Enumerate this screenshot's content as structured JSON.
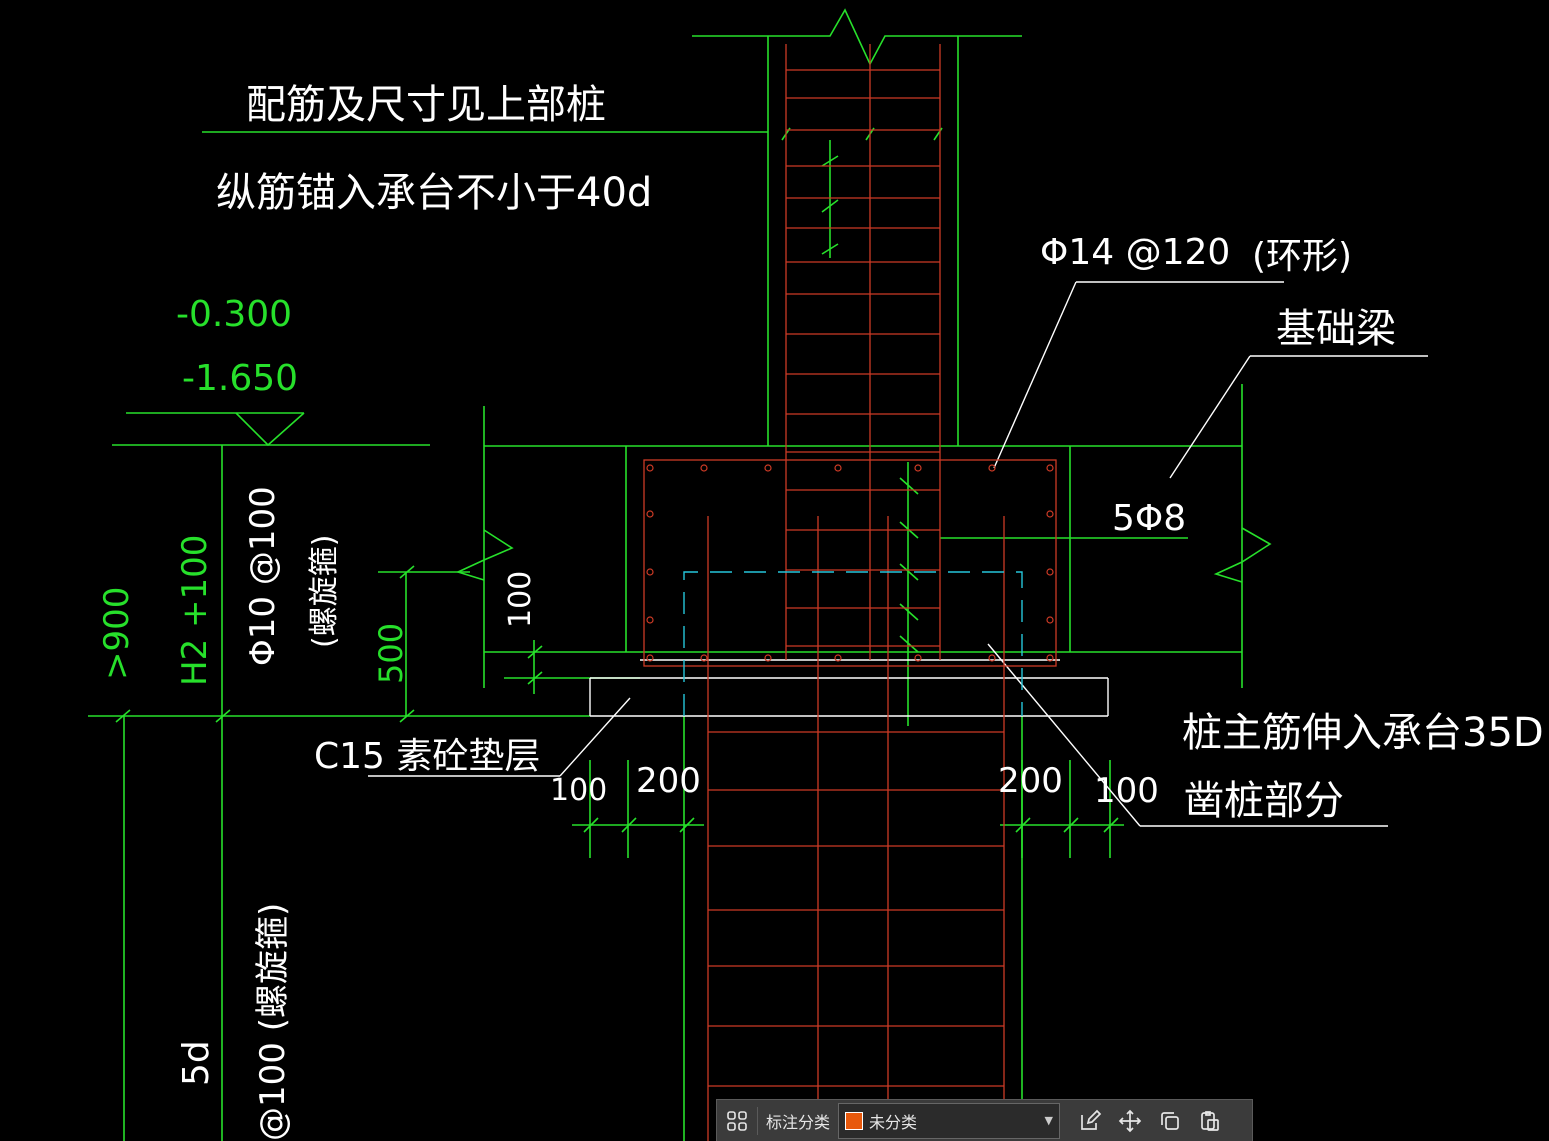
{
  "drawing": {
    "note_top_1": "配筋及尺寸见上部桩",
    "note_top_2": "纵筋锚入承台不小于40d",
    "elev_1": "-0.300",
    "elev_2": "-1.650",
    "rebar_ring": "Φ14 @120",
    "rebar_ring_note": "(环形)",
    "beam_label": "基础梁",
    "beam_bars": "5Φ8",
    "dim_900": ">900",
    "dim_h2": "H2 +100",
    "spiral_1": "Φ10 @100",
    "spiral_1_note": "(螺旋箍)",
    "dim_100_v": "100",
    "dim_500": "500",
    "cushion_label": "C15 素砼垫层",
    "dim_100_l": "100",
    "dim_200_l": "200",
    "dim_200_r": "200",
    "dim_100_r": "100",
    "pile_note_1": "桩主筋伸入承台35D",
    "pile_note_2": "凿桩部分",
    "dim_5d": "5d",
    "spiral_2": "@100 (螺旋箍)"
  },
  "toolbar": {
    "label": "标注分类",
    "category_value": "未分类",
    "category_color": "#e8590c"
  },
  "colors": {
    "background": "#000000",
    "line_green": "#27e02b",
    "rebar_red": "#cc3a25",
    "text_white": "#ffffff",
    "dash_cyan": "#26c6da"
  }
}
